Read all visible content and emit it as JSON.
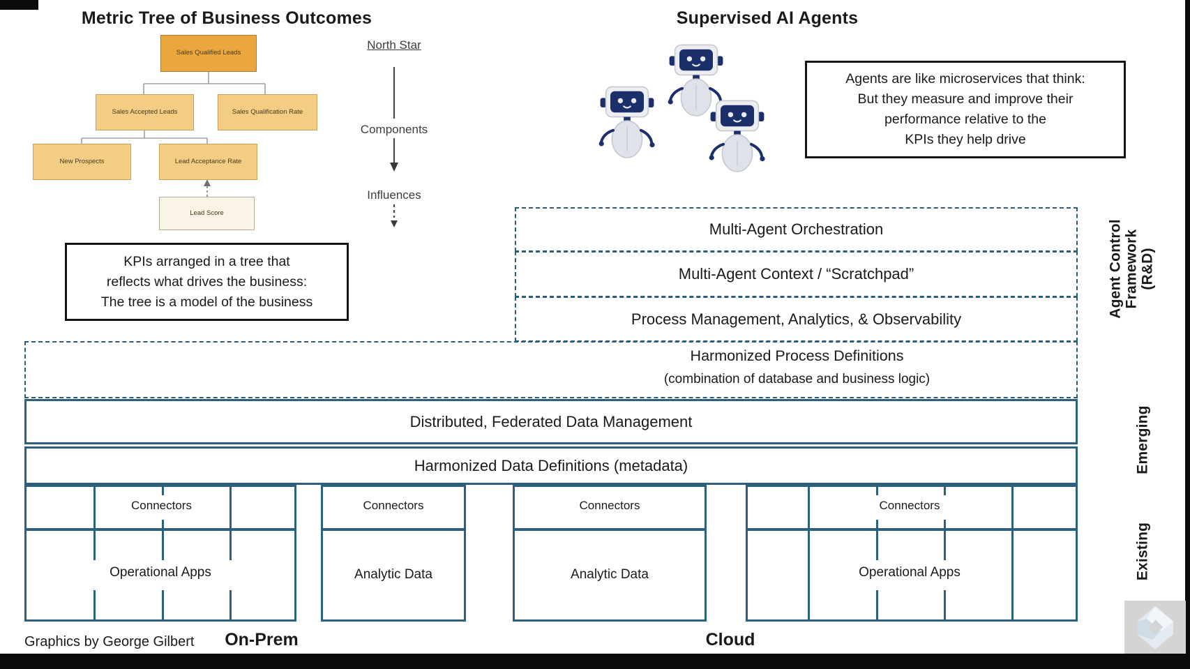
{
  "metric_tree": {
    "title": "Metric Tree of Business Outcomes",
    "nodes": {
      "root": "Sales Qualified Leads",
      "l2a": "Sales Accepted Leads",
      "l2b": "Sales Qualification Rate",
      "l3a": "New Prospects",
      "l3b": "Lead Acceptance Rate",
      "l4": "Lead Score"
    },
    "legend": {
      "north_star": "North Star",
      "components": "Components",
      "influences": "Influences"
    },
    "note": {
      "lines": [
        "KPIs arranged in a tree that",
        "reflects what drives the business:",
        "The tree is a model of the business"
      ]
    }
  },
  "agents": {
    "title": "Supervised AI Agents",
    "note": {
      "lines": [
        "Agents are like microservices that think:",
        "But they measure and improve their",
        "performance relative to the",
        "KPIs they help drive"
      ]
    }
  },
  "framework": {
    "rows": [
      {
        "label": "Multi-Agent Orchestration"
      },
      {
        "label": "Multi-Agent Context / “Scratchpad”"
      },
      {
        "label": "Process Management, Analytics, & Observability"
      }
    ],
    "harmonized_process": {
      "title": "Harmonized Process Definitions",
      "subtitle": "(combination of database and business logic)"
    },
    "bands": [
      {
        "label": "Distributed, Federated Data Management"
      },
      {
        "label": "Harmonized Data Definitions (metadata)"
      }
    ],
    "side_labels": {
      "agent_control": "Agent Control\nFramework\n(R&D)",
      "emerging": "Emerging",
      "existing": "Existing"
    }
  },
  "bottom": {
    "groups": [
      {
        "connectors": "Connectors",
        "label": "Operational Apps"
      },
      {
        "connectors": "Connectors",
        "label": "Analytic Data"
      },
      {
        "connectors": "Connectors",
        "label": "Analytic Data"
      },
      {
        "connectors": "Connectors",
        "label": "Operational Apps"
      }
    ],
    "regions": {
      "on_prem": "On-Prem",
      "cloud": "Cloud"
    }
  },
  "credit": "Graphics by George Gilbert",
  "colors": {
    "architecture_border": "#2d5f7f",
    "dashed_border": "#2a5d7c",
    "tree_root_fill": "#eaa63f",
    "tree_child_fill": "#f4cd85",
    "tree_pale_fill": "#faf4e6",
    "robot_navy": "#1b2f6b",
    "robot_grey": "#dfe3e9",
    "note_border": "#151515"
  }
}
